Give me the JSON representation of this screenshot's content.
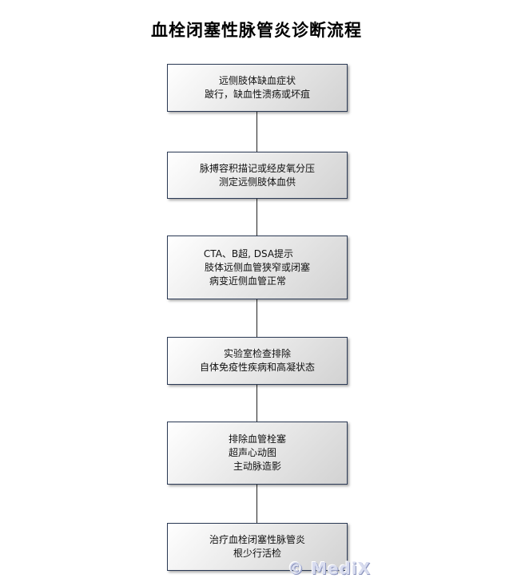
{
  "title": "血栓闭塞性脉管炎诊断流程",
  "steps": [
    {
      "lines": [
        "远侧肢体缺血症状",
        "跛行，缺血性溃疡或坏疽"
      ]
    },
    {
      "lines": [
        "脉搏容积描记或经皮氧分压",
        "测定远侧肢体血供"
      ]
    },
    {
      "lines": [
        "CTA、B超, DSA提示",
        "肢体远侧血管狭窄或闭塞",
        "病变近侧血管正常"
      ]
    },
    {
      "lines": [
        "实验室检查排除",
        "自体免疫性疾病和高凝状态"
      ]
    },
    {
      "lines": [
        "排除血管栓塞",
        "超声心动图",
        "主动脉造影"
      ]
    },
    {
      "lines": [
        "治疗血栓闭塞性脉管炎",
        "根少行活检"
      ]
    }
  ],
  "watermark": "© MediX"
}
